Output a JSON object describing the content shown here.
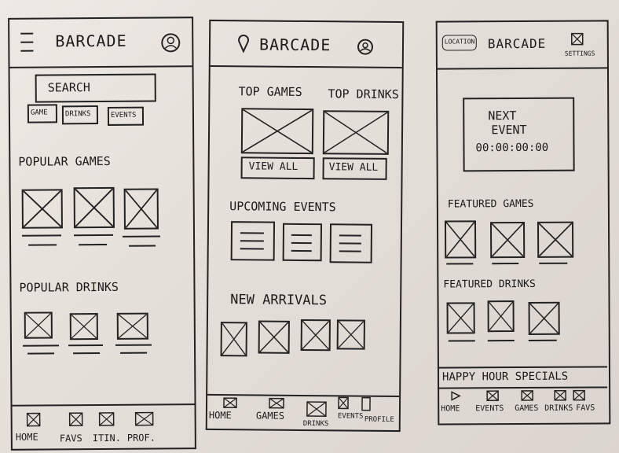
{
  "app_name": "BARCADE",
  "screen1": {
    "search_label": "SEARCH",
    "filters": [
      "GAME",
      "DRINKS",
      "EVENTS"
    ],
    "section_games": "POPULAR GAMES",
    "section_drinks": "POPULAR DRINKS",
    "nav": [
      "HOME",
      "FAVS",
      "ITIN.",
      "PROF."
    ],
    "icons": {
      "menu": "hamburger-menu-icon",
      "profile": "profile-icon"
    }
  },
  "screen2": {
    "top_games": "TOP GAMES",
    "top_drinks": "TOP DRINKS",
    "view_all_1": "VIEW ALL",
    "view_all_2": "VIEW ALL",
    "section_events": "UPCOMING EVENTS",
    "section_arrivals": "NEW ARRIVALS",
    "nav": [
      "HOME",
      "GAMES",
      "DRINKS",
      "EVENTS",
      "PROFILE"
    ],
    "icons": {
      "location": "location-pin-icon",
      "profile": "profile-icon"
    }
  },
  "screen3": {
    "location_label": "LOCATION",
    "settings_label": "SETTINGS",
    "next_event_line1": "NEXT",
    "next_event_line2": "EVENT",
    "countdown": "00:00:00:00",
    "section_games": "FEATURED GAMES",
    "section_drinks": "FEATURED DRINKS",
    "happy_hour": "HAPPY HOUR SPECIALS",
    "nav": [
      "HOME",
      "EVENTS",
      "GAMES",
      "DRINKS",
      "FAVS"
    ]
  }
}
